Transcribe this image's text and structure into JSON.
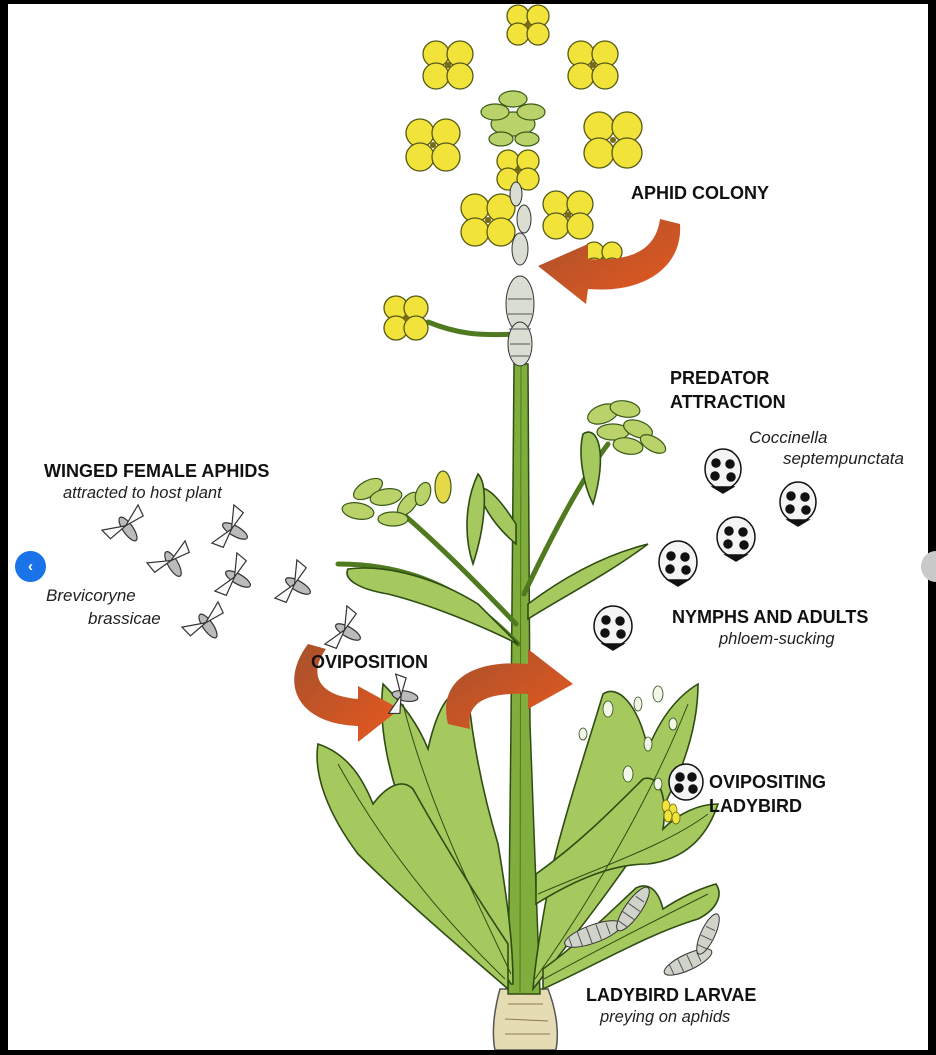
{
  "labels": {
    "aphid_colony": "APHID COLONY",
    "predator_attraction_1": "PREDATOR",
    "predator_attraction_2": "ATTRACTION",
    "coccinella_1": "Coccinella",
    "coccinella_2": "septempunctata",
    "winged_female": "WINGED FEMALE APHIDS",
    "winged_female_sub": "attracted to host plant",
    "brevicoryne_1": "Brevicoryne",
    "brevicoryne_2": "brassicae",
    "nymphs_adults": "NYMPHS AND ADULTS",
    "nymphs_adults_sub": "phloem-sucking",
    "oviposition": "OVIPOSITION",
    "ovipositing_1": "OVIPOSITING",
    "ovipositing_2": "LADYBIRD",
    "larvae": "LADYBIRD LARVAE",
    "larvae_sub": "preying on aphids"
  },
  "navigation": {
    "prev_icon": "chevron-left-icon",
    "next_icon": "chevron-right-icon"
  },
  "colors": {
    "background": "#000000",
    "panel": "#ffffff",
    "flower_yellow": "#f2e33a",
    "stem_green": "#7fae3d",
    "leaf_green": "#a6c95f",
    "arrow_orange": "#e8581f",
    "arrow_brown": "#a6512c",
    "nav_blue": "#1a73e8"
  }
}
